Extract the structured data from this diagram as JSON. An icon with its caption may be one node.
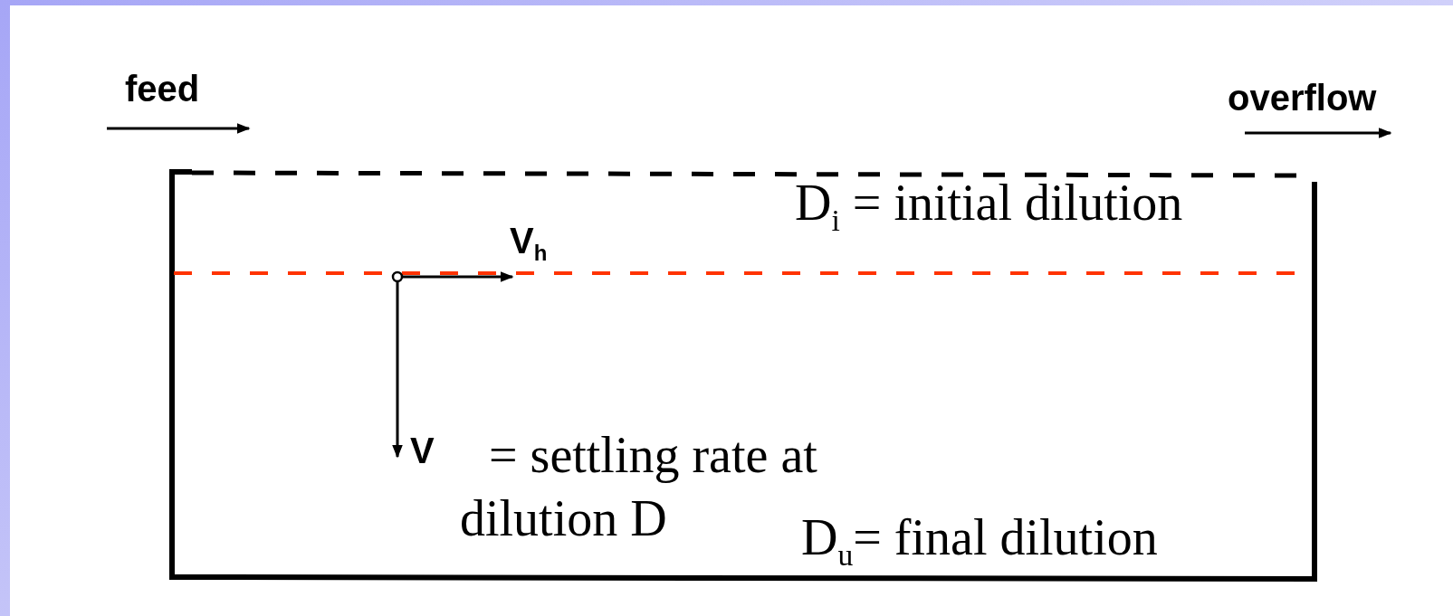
{
  "diagram": {
    "labels": [
      "feed",
      "overflow",
      "D$_{i}$ = initial dilution",
      "V$_{h}$",
      "V",
      "= settling rate at dilution D",
      "D$_{u}$= final dilution"
    ]
  }
}
